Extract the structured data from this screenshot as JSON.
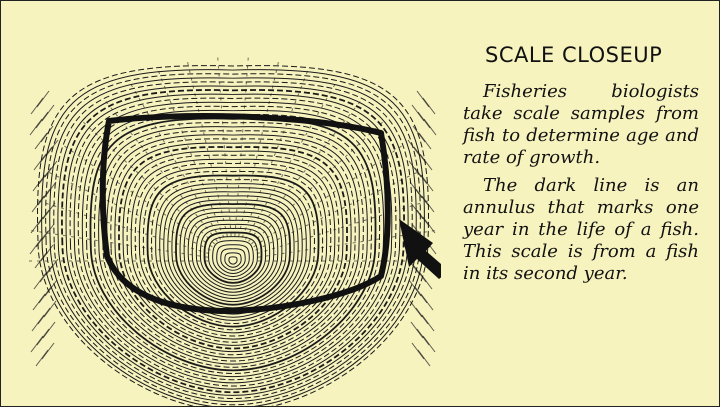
{
  "caption": {
    "title": "SCALE CLOSEUP",
    "paragraph1": "Fisheries biologists take scale samples from fish to determine age and rate of growth.",
    "paragraph2": "The dark line is an annulus that marks one year in the life of a fish. This scale is from a fish in its second year."
  },
  "figure": {
    "subject": "fish scale illustration",
    "pointer_icon": "arrow-icon",
    "colors": {
      "background": "#f7f3bf",
      "ink": "#1a1a1a"
    }
  }
}
